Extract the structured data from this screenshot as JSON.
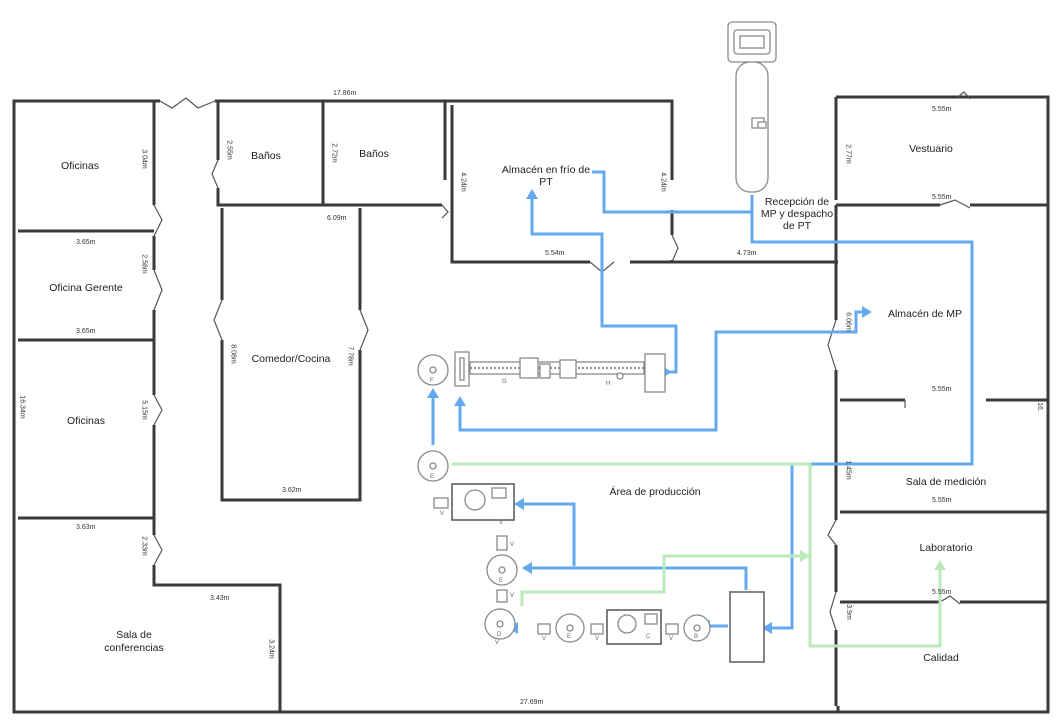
{
  "rooms": {
    "oficinas_1": "Oficinas",
    "oficina_gerente": "Oficina Gerente",
    "oficinas_2": "Oficinas",
    "sala_conferencias_1": "Sala de",
    "sala_conferencias_2": "conferencias",
    "banos_1": "Baños",
    "banos_2": "Baños",
    "comedor": "Comedor/Cocina",
    "almacen_frio_1": "Almacén en frío de",
    "almacen_frio_2": "PT",
    "recepcion_1": "Recepción de",
    "recepcion_2": "MP y despacho",
    "recepcion_3": "de PT",
    "vestuario": "Vestuario",
    "almacen_mp": "Almacén de MP",
    "area_produccion": "Área de producción",
    "sala_medicion": "Sala de medición",
    "laboratorio": "Laboratorio",
    "calidad": "Calidad"
  },
  "dimensions": {
    "top_total": "17.86m",
    "bottom_total": "27.69m",
    "left_total": "16.34m",
    "right_total": "16.",
    "of1_h": "3.04m",
    "of_w_1": "3.65m",
    "gerente_h": "2.58m",
    "of_w_2": "3.65m",
    "of2_h": "5.15m",
    "conf_w_1": "3.63m",
    "conf_h_1": "2.33m",
    "conf_w_2": "3.43m",
    "conf_h_2": "3.24m",
    "banos1_h": "2.55m",
    "banos2_h": "2.72m",
    "comedor_w_top": "6.09m",
    "comedor_h_left": "8.08m",
    "comedor_h_right": "7.78m",
    "comedor_w_bottom": "3.62m",
    "frio_h_left": "4.24m",
    "frio_h_right": "4.24m",
    "frio_w": "5.54m",
    "recep_w": "4.73m",
    "vest_w_top": "5.55m",
    "vest_h": "2.77m",
    "vest_w_bottom": "5.55m",
    "mp_h": "6.06m",
    "mp_w": "5.55m",
    "med_h": "1.45m",
    "med_w": "5.55m",
    "lab_w": "5.55m",
    "cal_h": "3.9m"
  },
  "equipment": {
    "f": "F",
    "g": "G",
    "h": "H",
    "e1": "E",
    "e2": "E",
    "d": "D",
    "e3": "E",
    "c": "C",
    "b": "B",
    "v1": "V",
    "v2": "V",
    "v3": "V",
    "v4": "V",
    "v5": "V",
    "v6": "V",
    "v7": "V",
    "v8": "V"
  },
  "colors": {
    "wall": "#3a3a3a",
    "flow_blue": "#64a8f0",
    "flow_green": "#b9eab7",
    "equipment": "#8a8a8a"
  }
}
